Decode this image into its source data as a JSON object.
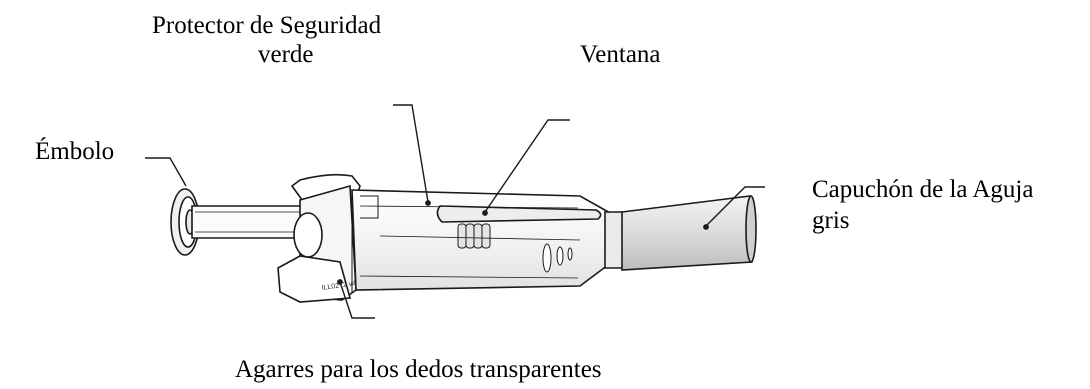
{
  "labels": {
    "protector_line1": "Protector de Seguridad",
    "protector_line2": "verde",
    "window": "Ventana",
    "plunger": "Émbolo",
    "cap_line1": "Capuchón de la Aguja",
    "cap_line2": "gris",
    "finger_grips": "Agarres para los dedos transparentes",
    "ref_code": "ILL0272 v4"
  },
  "colors": {
    "ink": "#1a1a1a",
    "body_fill": "#f2f2f2",
    "cap_fill": "#d9d9d9",
    "window_fill": "#e6e6e6"
  }
}
